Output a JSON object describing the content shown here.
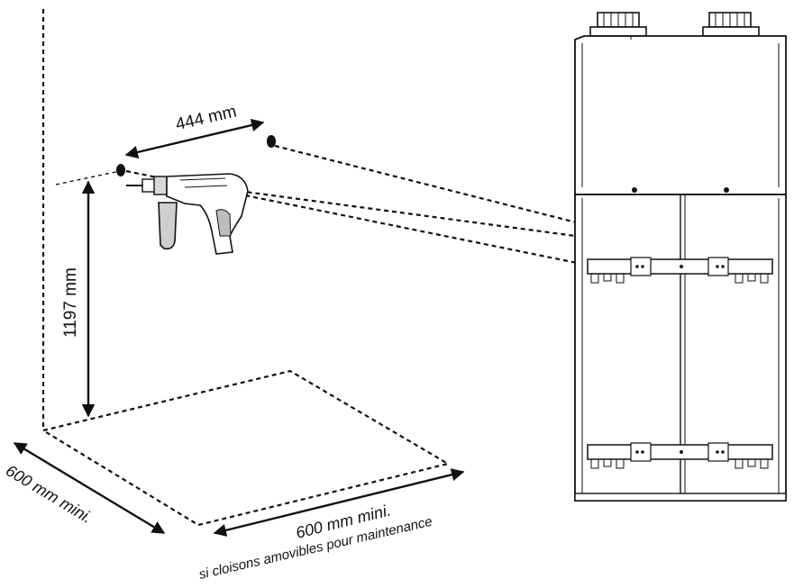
{
  "dimensions": {
    "hole_spacing": "444 mm",
    "drill_height": "1197 mm",
    "clearance_depth": "600 mm mini.",
    "clearance_width": "600 mm mini.",
    "clearance_note": "si cloisons amovibles pour maintenance"
  },
  "colors": {
    "line": "#111111",
    "background": "#ffffff",
    "drill_gray": "#d9d9d9"
  },
  "icons": [
    "drill-icon",
    "ventilation-unit-icon",
    "wall-bracket-icon"
  ]
}
